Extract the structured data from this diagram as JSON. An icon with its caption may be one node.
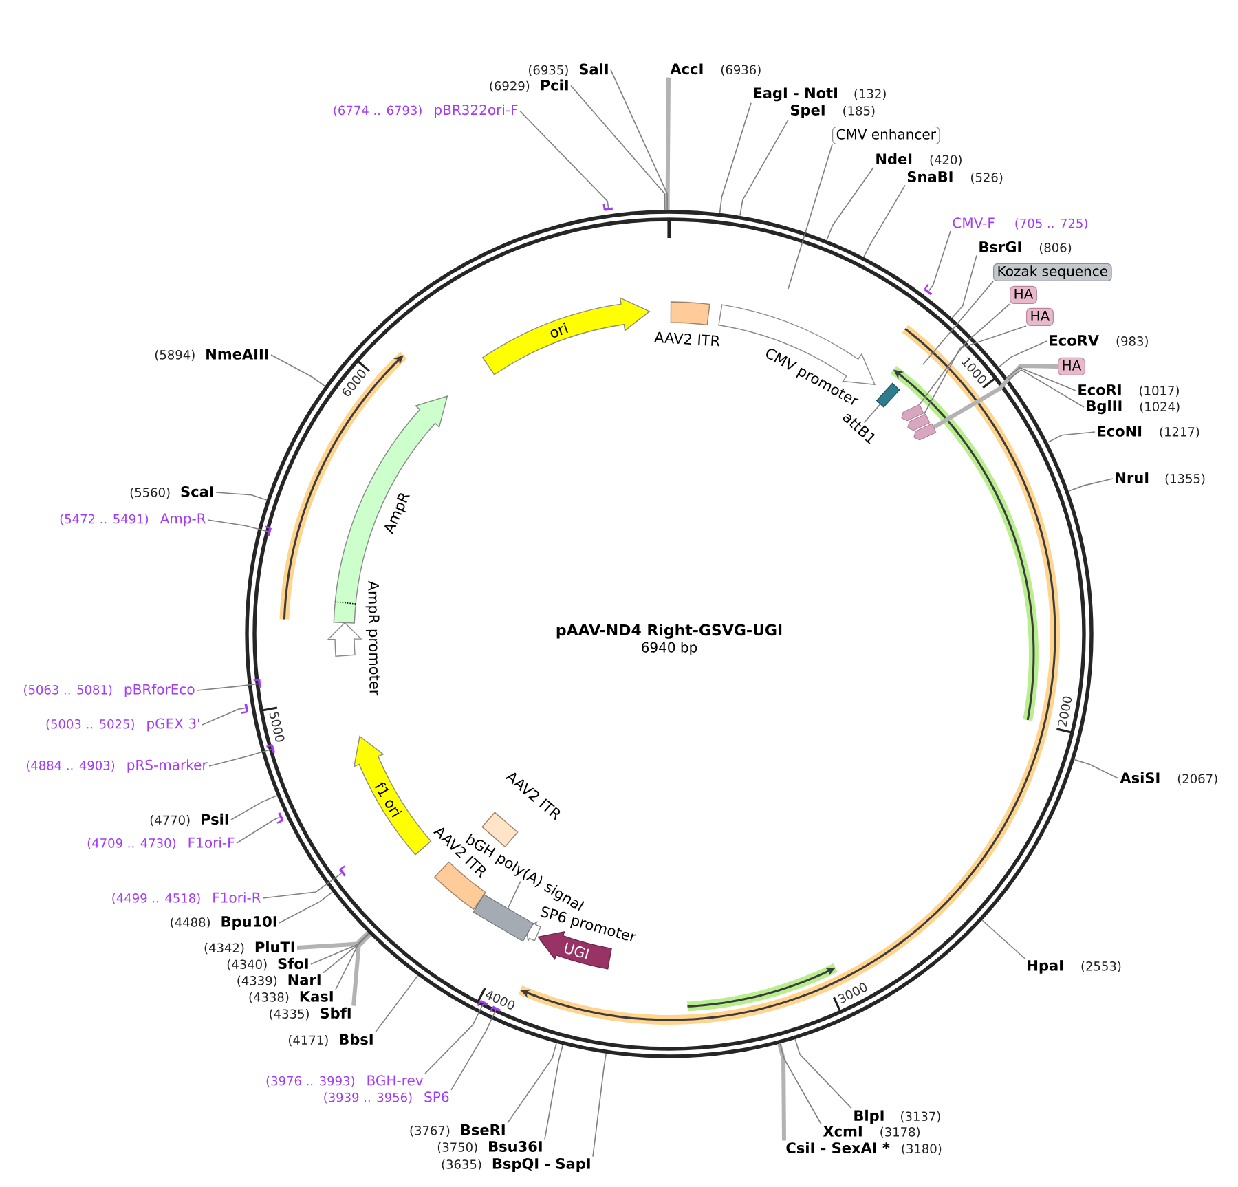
{
  "diagram": {
    "title": "pAAV-ND4 Right-GSVG-UGI",
    "nodes": [
      {
        "text": [
          "(6935)",
          "SalI"
        ]
      },
      {
        "text": [
          "(6929)",
          "PciI"
        ]
      },
      {
        "text": [
          "(6774 .. 6793)",
          "pBR322ori-F"
        ]
      },
      {
        "text": [
          "AccI",
          "(6936)"
        ]
      },
      {
        "text": [
          "EagI - NotI",
          "(132)"
        ]
      },
      {
        "text": [
          "SpeI",
          "(185)"
        ]
      },
      {
        "text": [
          "CMV enhancer"
        ]
      },
      {
        "text": [
          "NdeI",
          "(420)"
        ]
      },
      {
        "text": [
          "SnaBI",
          "(526)"
        ]
      },
      {
        "text": [
          "CMV-F",
          "(705 .. 725)"
        ]
      },
      {
        "text": [
          "BsrGI",
          "(806)"
        ]
      },
      {
        "text": [
          "Kozak sequence"
        ]
      },
      {
        "text": [
          "HA"
        ]
      },
      {
        "text": [
          "HA"
        ]
      },
      {
        "text": [
          "EcoRV",
          "(983)"
        ]
      },
      {
        "text": [
          "HA"
        ]
      },
      {
        "text": [
          "EcoRI",
          "(1017)"
        ]
      },
      {
        "text": [
          "BglII",
          "(1024)"
        ]
      },
      {
        "text": [
          "EcoNI",
          "(1217)"
        ]
      },
      {
        "text": [
          "NruI",
          "(1355)"
        ]
      },
      {
        "text": [
          "AsiSI",
          "(2067)"
        ]
      },
      {
        "text": [
          "HpaI",
          "(2553)"
        ]
      },
      {
        "text": [
          "BlpI",
          "(3137)"
        ]
      },
      {
        "text": [
          "XcmI",
          "(3178)"
        ]
      },
      {
        "text": [
          "CsiI - SexAI *",
          "(3180)"
        ]
      },
      {
        "text": [
          "(3767)",
          "BseRI"
        ]
      },
      {
        "text": [
          "(3750)",
          "Bsu36I"
        ]
      },
      {
        "text": [
          "(3635)",
          "BspQI - SapI"
        ]
      },
      {
        "text": [
          "(3939 .. 3956)",
          "SP6"
        ]
      },
      {
        "text": [
          "(3976 .. 3993)",
          "BGH-rev"
        ]
      },
      {
        "text": [
          "(4171)",
          "BbsI"
        ]
      },
      {
        "text": [
          "(4335)",
          "SbfI"
        ]
      },
      {
        "text": [
          "(4338)",
          "KasI"
        ]
      },
      {
        "text": [
          "(4339)",
          "NarI"
        ]
      },
      {
        "text": [
          "(4340)",
          "SfoI"
        ]
      },
      {
        "text": [
          "(4342)",
          "PluTI"
        ]
      },
      {
        "text": [
          "(4488)",
          "Bpu10I"
        ]
      },
      {
        "text": [
          "(4499 .. 4518)",
          "F1ori-R"
        ]
      },
      {
        "text": [
          "(4709 .. 4730)",
          "F1ori-F"
        ]
      },
      {
        "text": [
          "(4770)",
          "PsiI"
        ]
      },
      {
        "text": [
          "(4884 .. 4903)",
          "pRS-marker"
        ]
      },
      {
        "text": [
          "(5003 .. 5025)",
          "pGEX 3'"
        ]
      },
      {
        "text": [
          "(5063 .. 5081)",
          "pBRforEco"
        ]
      },
      {
        "text": [
          "(5472 .. 5491)",
          "Amp-R"
        ]
      },
      {
        "text": [
          "(5560)",
          "ScaI"
        ]
      },
      {
        "text": [
          "(5894)",
          "NmeAIII"
        ]
      },
      {
        "text": [
          "AAV2 ITR"
        ]
      },
      {
        "text": [
          "CMV promoter"
        ]
      },
      {
        "text": [
          "attB1"
        ]
      },
      {
        "text": [
          "UGI"
        ]
      },
      {
        "text": [
          "SP6 promoter"
        ]
      },
      {
        "text": [
          "bGH poly(A) signal"
        ]
      },
      {
        "text": [
          "AAV2 ITR"
        ]
      },
      {
        "text": [
          "AAV2 ITR"
        ]
      },
      {
        "text": [
          "f1 ori"
        ]
      },
      {
        "text": [
          "AmpR promoter"
        ]
      },
      {
        "text": [
          "AmpR"
        ]
      },
      {
        "text": [
          "ori"
        ]
      },
      {
        "text": [],
        "shape": "bar"
      },
      {
        "text": [],
        "shape": "bar"
      },
      {
        "text": [],
        "shape": "bar"
      },
      {
        "text": [],
        "shape": "bar"
      },
      {
        "text": [],
        "shape": "bar"
      },
      {
        "text": [],
        "shape": "bar"
      },
      {
        "text": [],
        "shape": "bar"
      },
      {
        "text": [],
        "shape": "bar"
      },
      {
        "text": [],
        "shape": "bar"
      },
      {
        "text": [],
        "shape": "bar"
      },
      {
        "text": [],
        "shape": "arrow"
      },
      {
        "text": [],
        "shape": "arrow"
      },
      {
        "text": [],
        "shape": "arrow"
      },
      {
        "text": [],
        "shape": "box"
      },
      {
        "text": [],
        "shape": "box"
      }
    ],
    "edges": [
      {
        "from": 0,
        "to": null,
        "arrow": "none"
      },
      {
        "from": 1,
        "to": null,
        "arrow": "none"
      },
      {
        "from": 2,
        "to": 58,
        "arrow": "none"
      },
      {
        "from": 3,
        "to": null,
        "arrow": "none",
        "style": "thick",
        "color": "#b3b3b3"
      },
      {
        "from": 4,
        "to": null,
        "arrow": "none"
      },
      {
        "from": 5,
        "to": null,
        "arrow": "none"
      },
      {
        "from": 6,
        "to": null,
        "arrow": "none"
      },
      {
        "from": 7,
        "to": null,
        "arrow": "none"
      },
      {
        "from": 8,
        "to": null,
        "arrow": "none"
      },
      {
        "from": 9,
        "to": 59,
        "arrow": "none"
      },
      {
        "from": 10,
        "to": null,
        "arrow": "none"
      },
      {
        "from": 11,
        "to": null,
        "arrow": "none"
      },
      {
        "from": 12,
        "to": 68,
        "arrow": "none"
      },
      {
        "from": 13,
        "to": 69,
        "arrow": "none"
      },
      {
        "from": 14,
        "to": null,
        "arrow": "none"
      },
      {
        "from": 15,
        "to": 70,
        "arrow": "none",
        "style": "thick",
        "color": "#b3b3b3"
      },
      {
        "from": 16,
        "to": null,
        "arrow": "none"
      },
      {
        "from": 17,
        "to": null,
        "arrow": "none"
      },
      {
        "from": 18,
        "to": null,
        "arrow": "none"
      },
      {
        "from": 19,
        "to": null,
        "arrow": "none"
      },
      {
        "from": 20,
        "to": null,
        "arrow": "none"
      },
      {
        "from": 21,
        "to": null,
        "arrow": "none"
      },
      {
        "from": 22,
        "to": null,
        "arrow": "none"
      },
      {
        "from": 23,
        "to": null,
        "arrow": "none"
      },
      {
        "from": 24,
        "to": null,
        "arrow": "none",
        "style": "thick",
        "color": "#b3b3b3"
      },
      {
        "from": 25,
        "to": null,
        "arrow": "none"
      },
      {
        "from": 26,
        "to": null,
        "arrow": "none"
      },
      {
        "from": 27,
        "to": null,
        "arrow": "none"
      },
      {
        "from": 28,
        "to": 67,
        "arrow": "none"
      },
      {
        "from": 29,
        "to": 66,
        "arrow": "none"
      },
      {
        "from": 30,
        "to": null,
        "arrow": "none"
      },
      {
        "from": 31,
        "to": null,
        "arrow": "none",
        "style": "thick",
        "color": "#b3b3b3"
      },
      {
        "from": 32,
        "to": null,
        "arrow": "none"
      },
      {
        "from": 33,
        "to": null,
        "arrow": "none"
      },
      {
        "from": 34,
        "to": null,
        "arrow": "none"
      },
      {
        "from": 35,
        "to": null,
        "arrow": "none",
        "style": "thick",
        "color": "#b3b3b3"
      },
      {
        "from": 36,
        "to": null,
        "arrow": "none"
      },
      {
        "from": 37,
        "to": 65,
        "arrow": "none"
      },
      {
        "from": 38,
        "to": 64,
        "arrow": "none"
      },
      {
        "from": 39,
        "to": null,
        "arrow": "none"
      },
      {
        "from": 40,
        "to": 63,
        "arrow": "none"
      },
      {
        "from": 41,
        "to": 62,
        "arrow": "none"
      },
      {
        "from": 42,
        "to": 61,
        "arrow": "none"
      },
      {
        "from": 43,
        "to": 60,
        "arrow": "none"
      },
      {
        "from": 44,
        "to": null,
        "arrow": "none"
      },
      {
        "from": 45,
        "to": null,
        "arrow": "none"
      },
      {
        "from": 48,
        "to": 71,
        "arrow": "none"
      },
      {
        "from": 51,
        "to": 72,
        "arrow": "none"
      }
    ],
    "labels": [
      "6940 bp",
      "1000",
      "2000",
      "3000",
      "4000",
      "5000",
      "6000"
    ]
  }
}
